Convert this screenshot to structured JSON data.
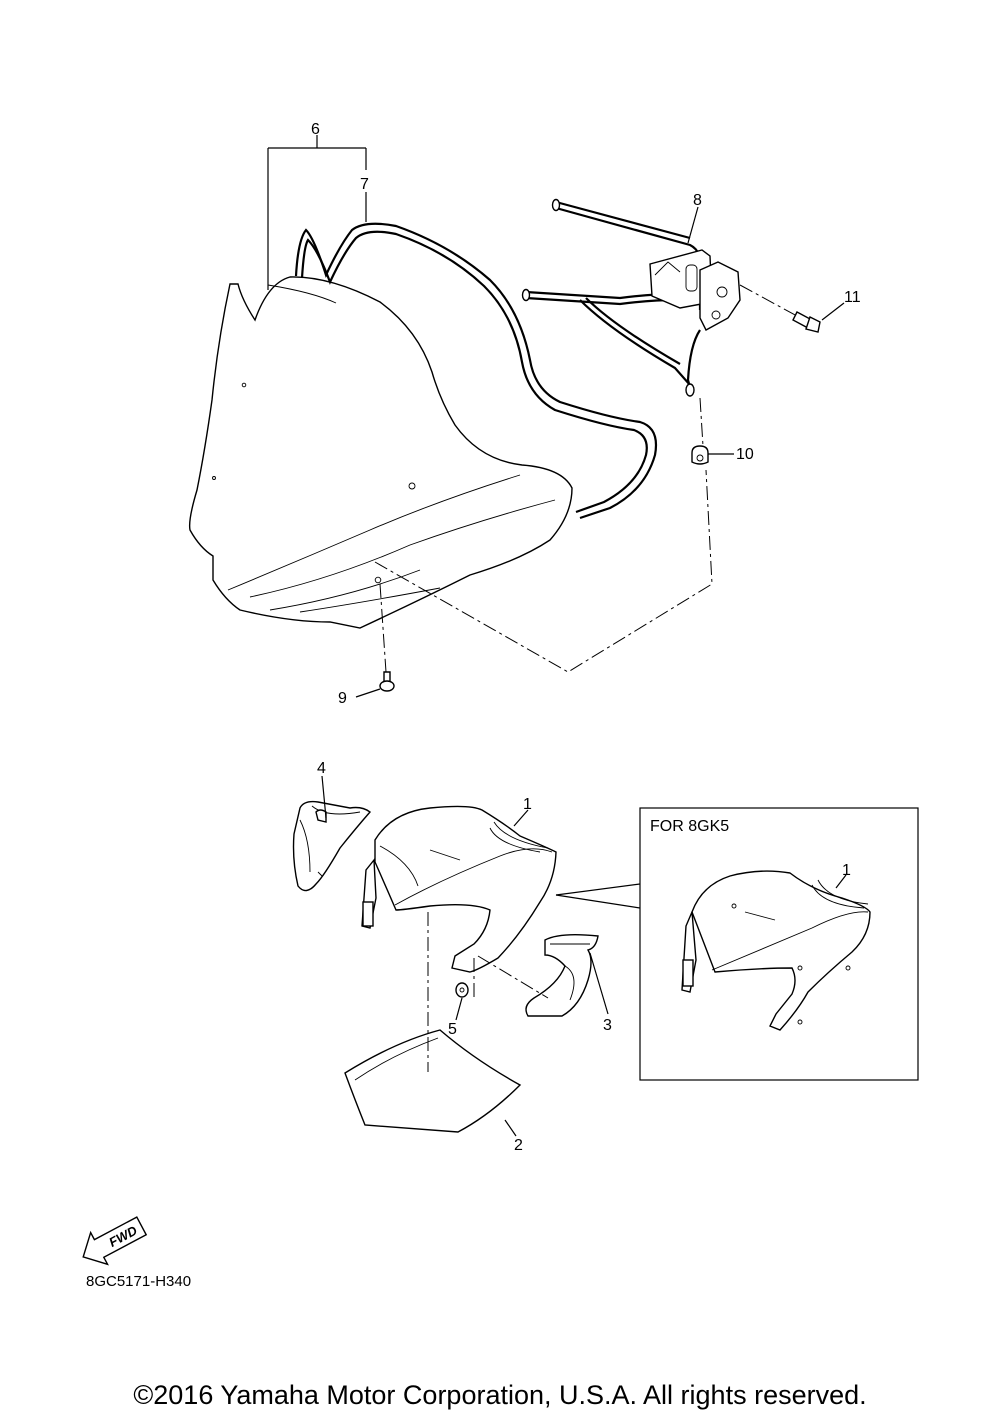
{
  "callouts": {
    "c1": "1",
    "c1b": "1",
    "c2": "2",
    "c3": "3",
    "c4": "4",
    "c5": "5",
    "c6": "6",
    "c7": "7",
    "c8": "8",
    "c9": "9",
    "c10": "10",
    "c11": "11"
  },
  "inset": {
    "label": "FOR 8GK5"
  },
  "fwd_badge": "FWD",
  "diagram_code": "8GC5171-H340",
  "copyright": "©2016 Yamaha Motor Corporation, U.S.A. All rights reserved."
}
